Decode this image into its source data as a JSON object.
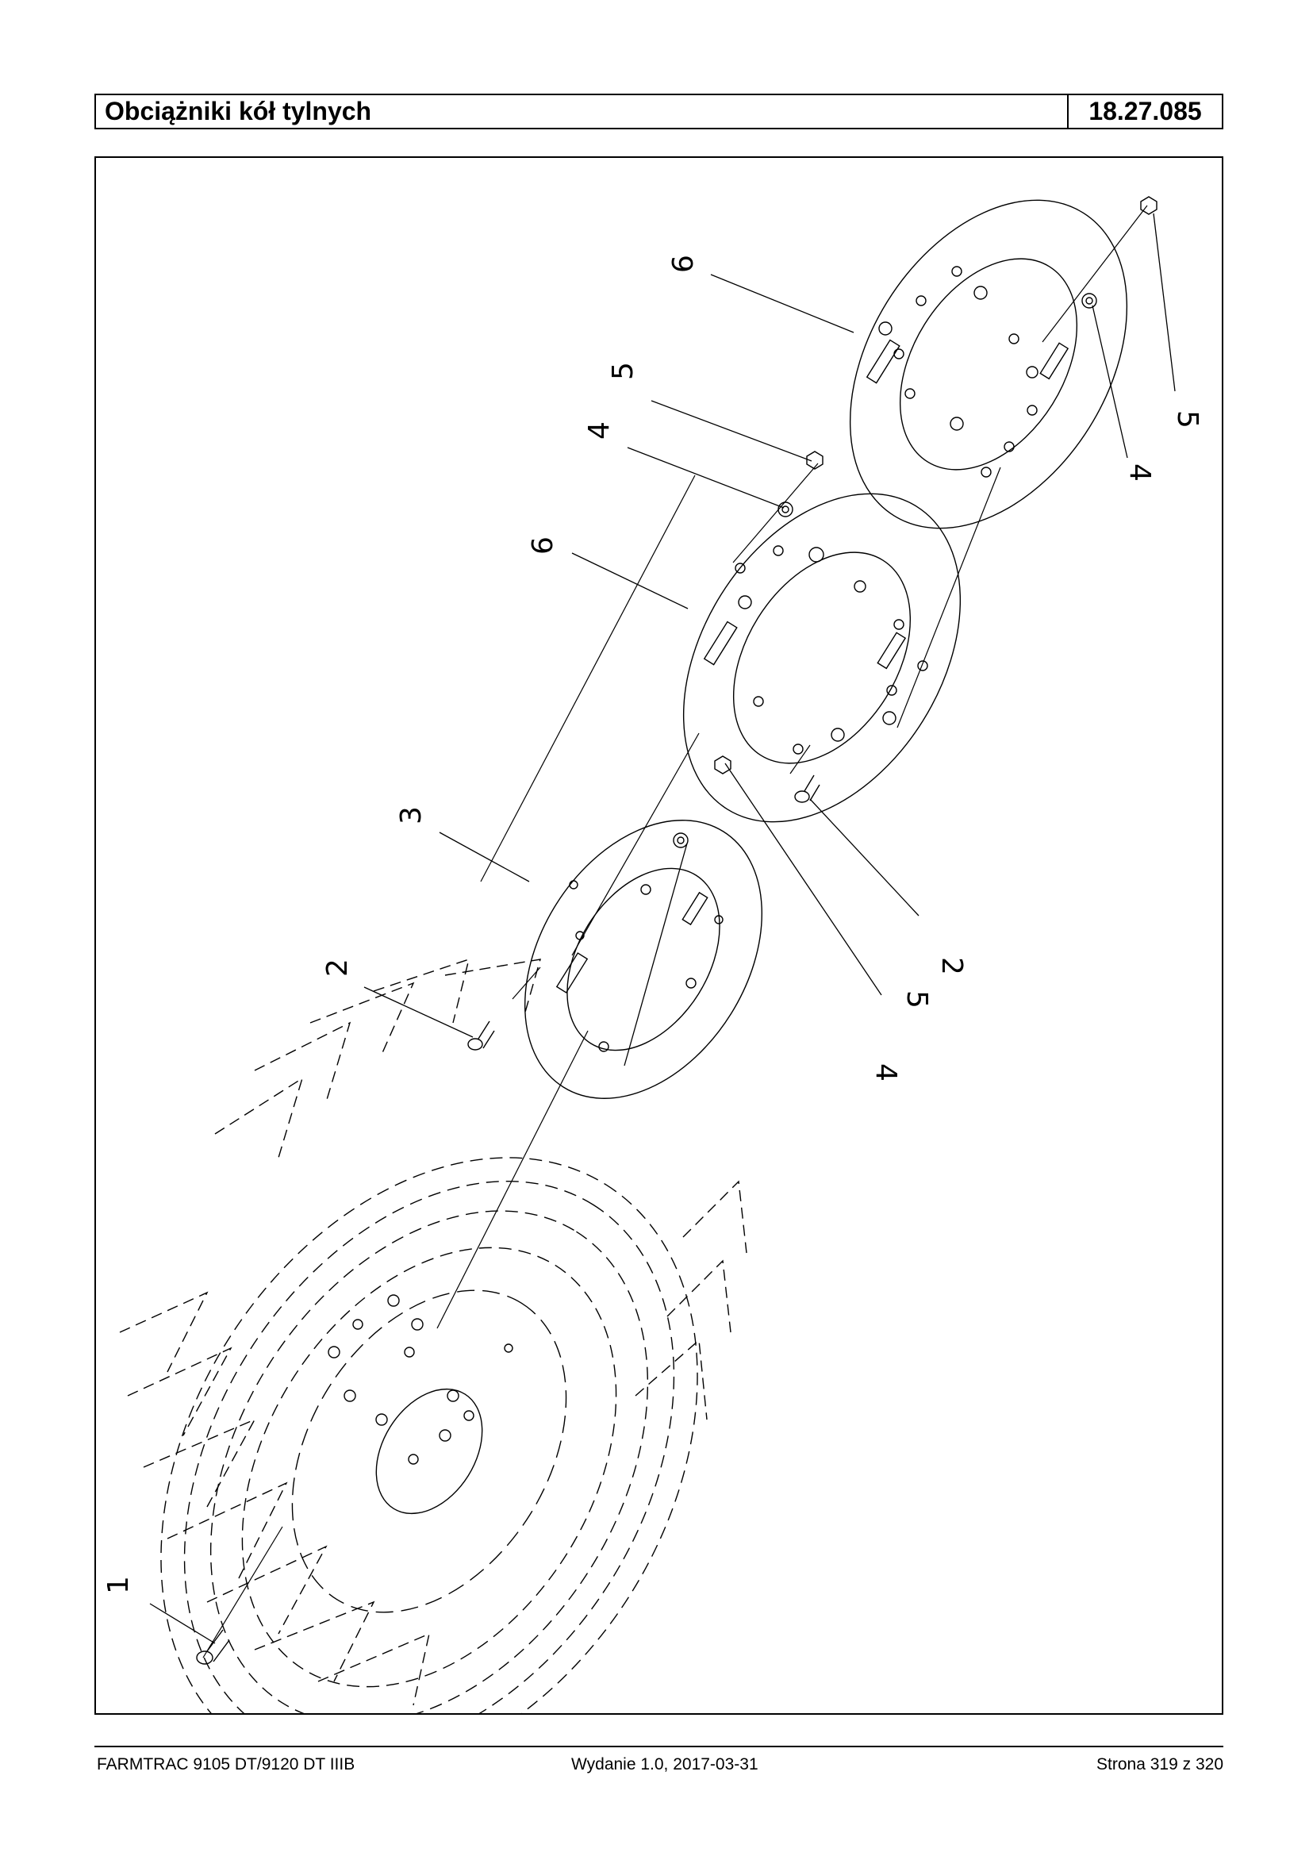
{
  "header": {
    "title": "Obciążniki kół tylnych",
    "code": "18.27.085"
  },
  "drawing": {
    "callouts": [
      "1",
      "2",
      "3",
      "2",
      "4",
      "5",
      "6",
      "4",
      "5",
      "6",
      "4",
      "5"
    ]
  },
  "footer": {
    "model": "FARMTRAC 9105 DT/9120 DT IIIB",
    "edition": "Wydanie 1.0,  2017-03-31",
    "page": "Strona 319 z 320"
  }
}
